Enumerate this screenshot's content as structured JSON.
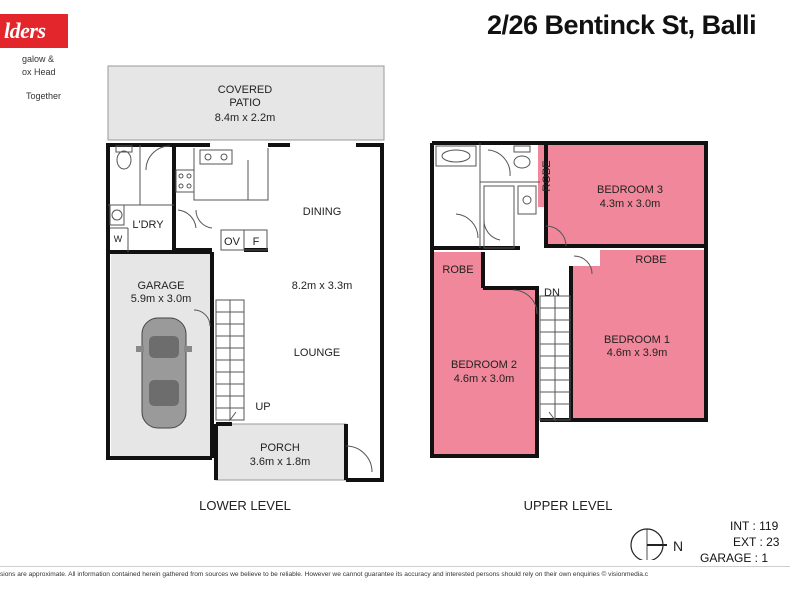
{
  "agency": {
    "logo_text": "lders",
    "brand_lines": [
      "galow &",
      "ox Head",
      "Together"
    ]
  },
  "address": "2/26 Bentinck St, Balli",
  "rooms": {
    "covered_patio": {
      "name_1": "COVERED",
      "name_2": "PATIO",
      "dims": "8.4m x 2.2m"
    },
    "dining": {
      "name": "DINING"
    },
    "living_dims": "8.2m x 3.3m",
    "lounge": {
      "name": "LOUNGE"
    },
    "laundry": {
      "name": "L'DRY"
    },
    "washer": "W",
    "oven": "OV",
    "fridge": "F",
    "garage": {
      "name": "GARAGE",
      "dims": "5.9m x 3.0m"
    },
    "stairs_up": "UP",
    "porch": {
      "name": "PORCH",
      "dims": "3.6m x 1.8m"
    },
    "bedroom_3": {
      "name": "BEDROOM 3",
      "dims": "4.3m x 3.0m"
    },
    "robe_vertical": "ROBE",
    "robe_left": "ROBE",
    "robe_right": "ROBE",
    "stairs_down": "DN",
    "bedroom_1": {
      "name": "BEDROOM 1",
      "dims": "4.6m x 3.9m"
    },
    "bedroom_2": {
      "name": "BEDROOM 2",
      "dims": "4.6m x 3.0m"
    }
  },
  "levels": {
    "lower": "LOWER LEVEL",
    "upper": "UPPER LEVEL"
  },
  "compass": "N",
  "areas": {
    "int": "INT : 119",
    "ext": "EXT : 23",
    "garage": "GARAGE : 1"
  },
  "disclaimer": "sions are approximate. All information contained herein gathered from sources we believe to be reliable. However we cannot guarantee its accuracy and interested persons should rely on their own enquiries © visionmedia.c",
  "colors": {
    "bedroom": "#f0879a",
    "patio": "#e6e6e6",
    "wall": "#111111",
    "logo": "#e3262b"
  }
}
